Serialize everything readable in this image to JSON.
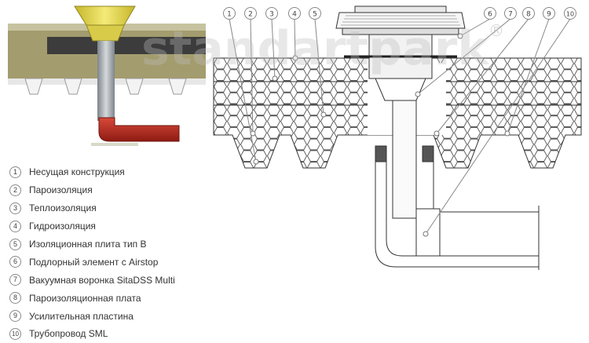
{
  "watermark": "standartpark",
  "watermark_mark": "®",
  "callouts": [
    "1",
    "2",
    "3",
    "4",
    "5",
    "6",
    "7",
    "8",
    "9",
    "10"
  ],
  "legend": [
    {
      "num": "1",
      "label": "Несущая конструкция"
    },
    {
      "num": "2",
      "label": "Пароизоляция"
    },
    {
      "num": "3",
      "label": "Теплоизоляция"
    },
    {
      "num": "4",
      "label": "Гидроизоляция"
    },
    {
      "num": "5",
      "label": "Изоляционная плита тип В"
    },
    {
      "num": "6",
      "label": "Подлорный элемент с Airstop"
    },
    {
      "num": "7",
      "label": "Вакуумная воронка SitaDSS Multi"
    },
    {
      "num": "8",
      "label": "Пароизоляционная плата"
    },
    {
      "num": "9",
      "label": "Усилительная пластина"
    },
    {
      "num": "10",
      "label": "Трубопровод SML"
    }
  ],
  "colors": {
    "insulation_band": "#a09a6c",
    "membrane": "#4a4a4a",
    "funnel_yellow": "#e6d84a",
    "pipe_red": "#b5261c",
    "pipe_grey": "#9aa0a6",
    "hex_stroke": "#555555",
    "line": "#333333",
    "watermark": "#cfcfcf"
  }
}
